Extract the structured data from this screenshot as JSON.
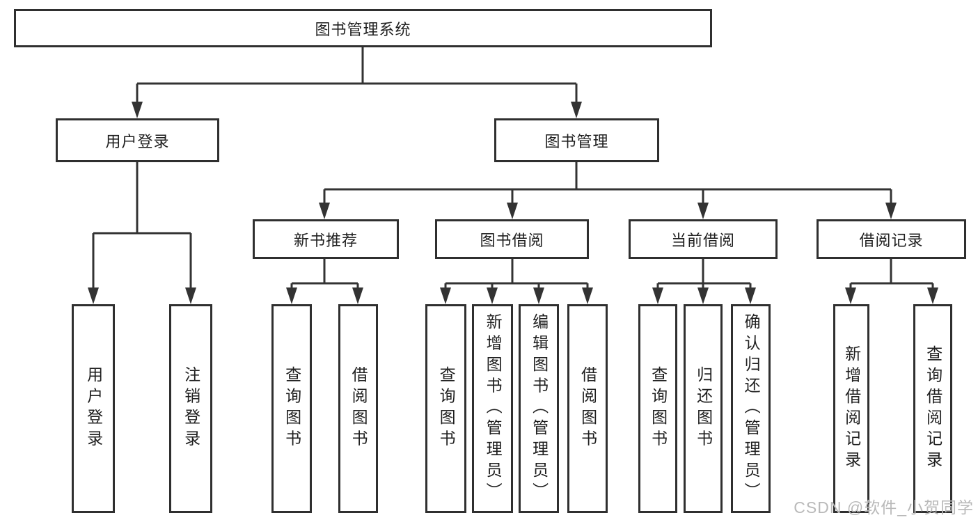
{
  "tree": {
    "root": {
      "label": "图书管理系统"
    },
    "branches": [
      {
        "label": "用户登录",
        "leaves": [
          "用户登录",
          "注销登录"
        ]
      },
      {
        "label": "图书管理",
        "sections": [
          {
            "label": "新书推荐",
            "leaves": [
              "查询图书",
              "借阅图书"
            ]
          },
          {
            "label": "图书借阅",
            "leaves": [
              "查询图书",
              "新增图书（管理员）",
              "编辑图书（管理员）",
              "借阅图书"
            ]
          },
          {
            "label": "当前借阅",
            "leaves": [
              "查询图书",
              "归还图书",
              "确认归还（管理员）"
            ]
          },
          {
            "label": "借阅记录",
            "leaves": [
              "新增借阅记录",
              "查询借阅记录"
            ]
          }
        ]
      }
    ]
  },
  "watermark": {
    "text": "CSDN @软件_小贺同学"
  },
  "colors": {
    "line": "#333333",
    "box_border": "#2f2f2f",
    "text": "#1f1f1f",
    "background": "#ffffff",
    "watermark": "#b9b9b9"
  }
}
